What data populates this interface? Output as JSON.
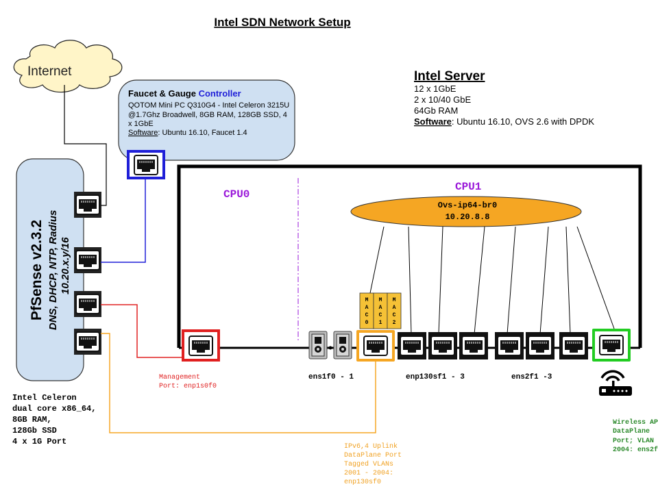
{
  "title": "Intel SDN Network Setup",
  "internet": {
    "label": "Internet"
  },
  "controller": {
    "heading_part1": "Faucet & Gauge ",
    "heading_part2": "Controller",
    "lines": [
      "QOTOM Mini PC Q310G4 - Intel Celeron 3215U",
      "@1.7Ghz Broadwell, 8GB RAM, 128GB SSD, 4",
      "x 1GbE"
    ],
    "software_label": "Software",
    "software_value": ": Ubuntu 16.10, Faucet 1.4",
    "accent": "#1f1fd8"
  },
  "server": {
    "heading": "Intel Server",
    "lines": [
      "12 x 1GbE",
      "2 x 10/40 GbE",
      "64Gb RAM"
    ],
    "software_label": "Software",
    "software_value": ": Ubuntu 16.10,  OVS 2.6 with DPDK"
  },
  "cpu0": "CPU0",
  "cpu1": "CPU1",
  "ovs": {
    "name": "Ovs-ip64-br0",
    "ip": "10.20.8.8",
    "color": "#f5a623"
  },
  "macs": [
    [
      "M",
      "A",
      "C",
      "0"
    ],
    [
      "M",
      "A",
      "C",
      "1"
    ],
    [
      "M",
      "A",
      "C",
      "2"
    ]
  ],
  "pfsense": {
    "name": "PfSense v2.3.2",
    "services": "DNS, DHCP, NTP, Radius",
    "subnet": "10.20.x.y/16"
  },
  "hardware_lines": [
    "Intel Celeron",
    "dual core x86_64,",
    "8GB RAM,",
    "128Gb SSD",
    "4 x 1G Port"
  ],
  "port_labels": {
    "ens1f0": "ens1f0 - 1",
    "enp130sf1": "enp130sf1 - 3",
    "ens2f1": "ens2f1 -3"
  },
  "mgmt_lines": [
    "Management",
    "Port: enp1s0f0"
  ],
  "uplink_lines": [
    "IPv6,4 Uplink",
    "DataPlane Port",
    "Tagged VLANs",
    "2001 - 2004:",
    "enp130sf0"
  ],
  "wireless_lines": [
    "Wireless AP",
    "DataPlane",
    "Port; VLAN",
    "2004: ens2f"
  ],
  "colors": {
    "mgmt": "#e02020",
    "uplink": "#f5a623",
    "controller_link": "#1f1fd8",
    "wireless": "#22cc22",
    "cpu_label": "#9a18d9",
    "pfsense_fill": "#cfe0f2",
    "controller_fill": "#cfe0f2"
  }
}
